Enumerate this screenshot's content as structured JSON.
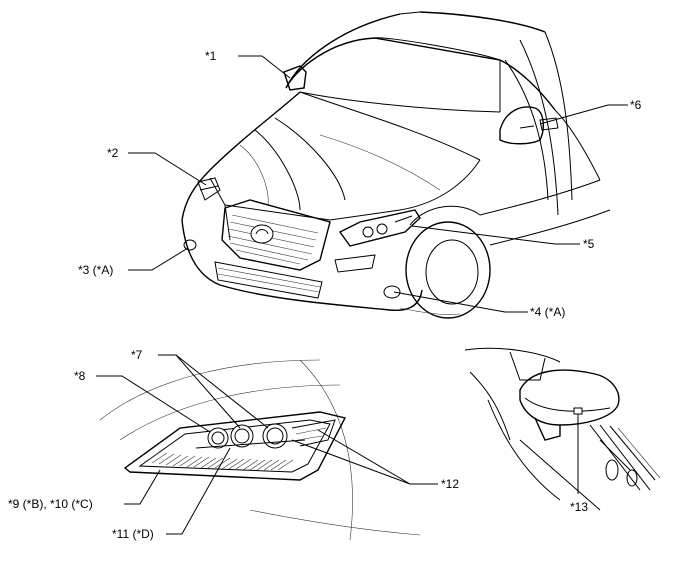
{
  "callouts": {
    "c1": "*1",
    "c2": "*2",
    "c3": "*3 (*A)",
    "c4": "*4 (*A)",
    "c5": "*5",
    "c6": "*6",
    "c7": "*7",
    "c8": "*8",
    "c9": "*9 (*B), *10 (*C)",
    "c11": "*11 (*D)",
    "c12": "*12",
    "c13": "*13"
  }
}
